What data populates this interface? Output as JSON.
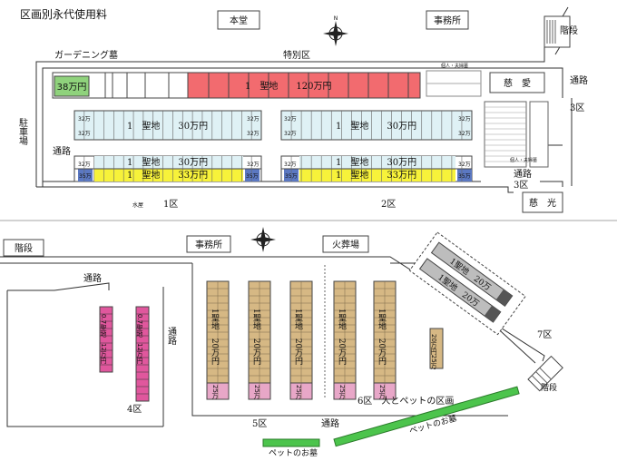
{
  "title": "区画別永代使用料",
  "buildings": {
    "honden": "本堂",
    "office_top": "事務所",
    "office_bottom": "事務所",
    "crematorium": "火葬場"
  },
  "labels": {
    "gardening": "ガーデニング墓",
    "special": "特別区",
    "parking": "駐車場",
    "road_left": "通路",
    "road_right_top": "通路",
    "road_3_right": "通路",
    "area3_a": "3区",
    "area3_b": "3区",
    "area1": "1区",
    "area2": "2区",
    "area4": "4区",
    "area5": "5区",
    "area6": "6区　人とペットの区画",
    "area7": "7区",
    "jiai": "慈　愛",
    "jiko": "慈　光",
    "stairs_top": "階段",
    "stairs_left": "階段",
    "stairs_bottom": "階段",
    "road_4": "通路",
    "road_5": "通路",
    "road_bottom": "通路",
    "pet_grave_1": "ペットのお墓",
    "pet_grave_2": "ペットのお墓",
    "mizuya": "水屋",
    "kojin_1": "個人・夫婦墓",
    "kojin_2": "個人・夫婦墓"
  },
  "prices": {
    "garden": "38万円",
    "special": "1　聖地　　120万円",
    "a1_row1": "1　聖地　　30万円",
    "a1_row2": "1　聖地　　33万円",
    "a2_row1": "1　聖地　　30万円",
    "a2_row2": "1　聖地　　33万円",
    "side32": "32万",
    "side35": "35万",
    "area5_col": "1聖地　20万円",
    "area5_small": "25万",
    "area6_small": "20万円25万",
    "area7_a": "1聖地　20万",
    "area7_b": "1聖地　20万"
  },
  "area4_cols": [
    "0.7聖地　12万円",
    "0.7聖地　12万円"
  ],
  "colors": {
    "special": "#f26b6f",
    "garden": "#8fd27c",
    "a30": "#dff1f5",
    "a33": "#f7f23a",
    "edge": "#5b78c2",
    "tan": "#d6b884",
    "pink_small": "#e8a7c8",
    "area4": "#e0579d",
    "area7": "#bdbdbd",
    "pet": "#4cc44c"
  }
}
